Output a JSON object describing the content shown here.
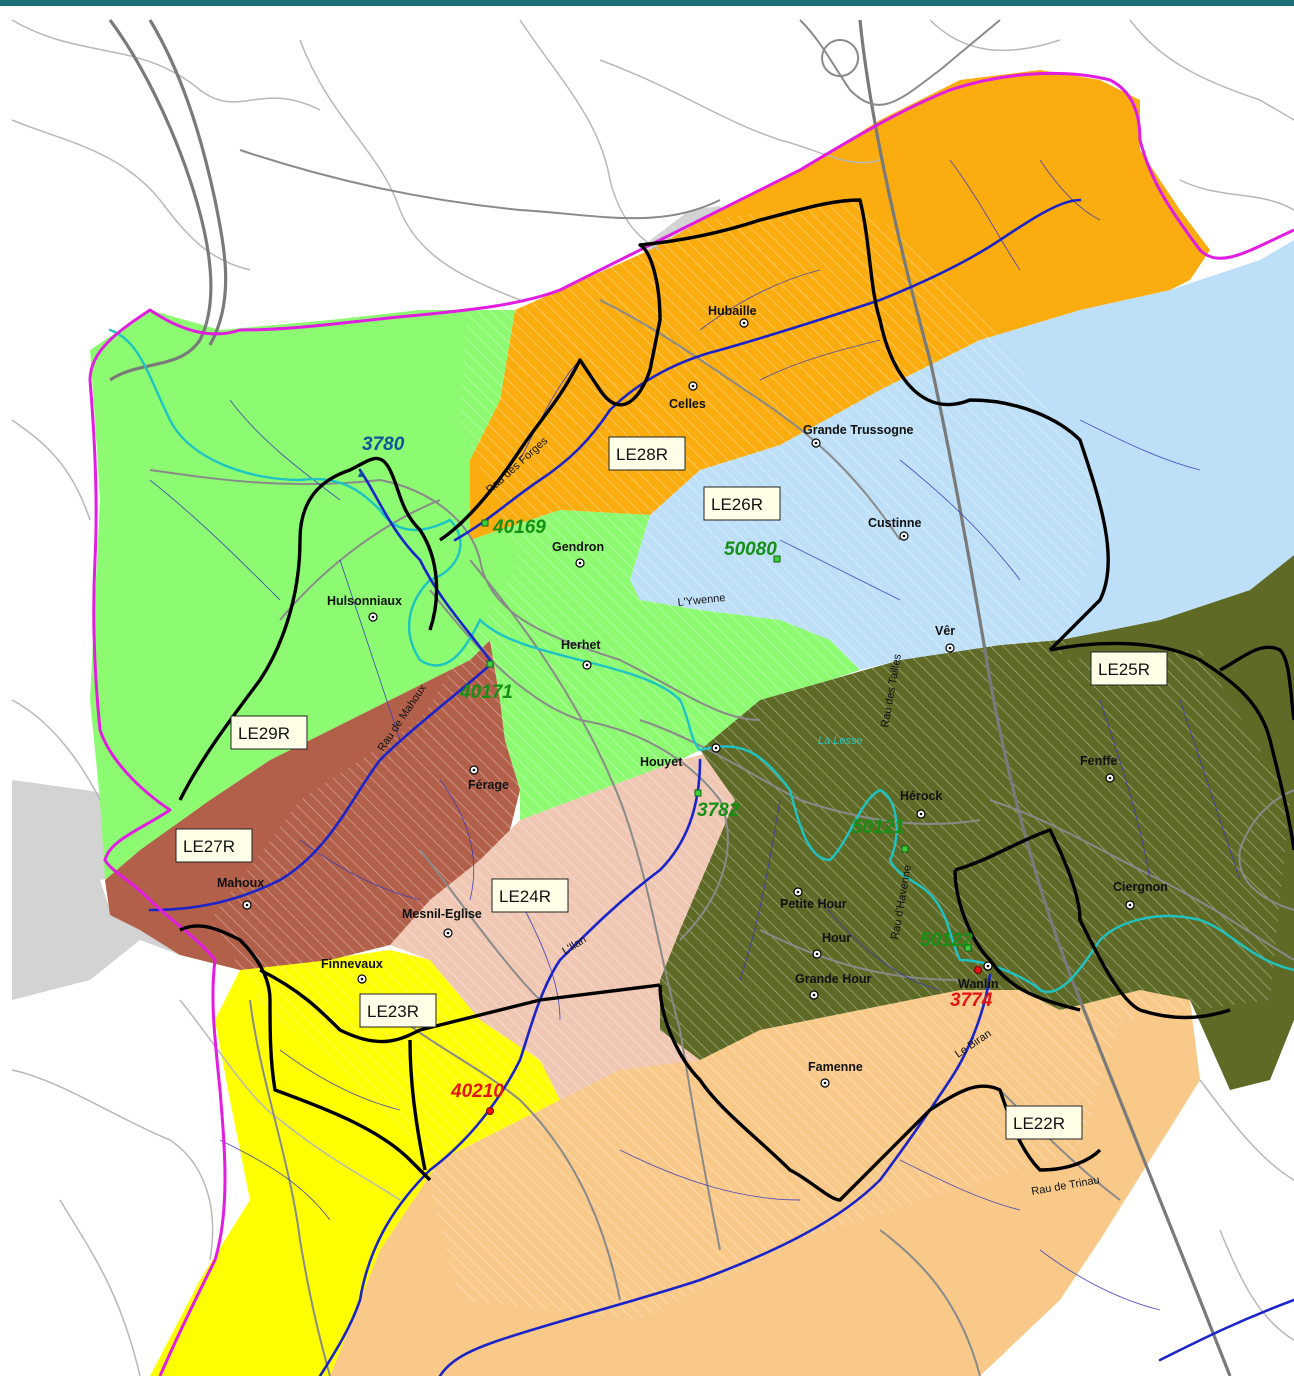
{
  "map": {
    "colors": {
      "LE22R": "#f9c98a",
      "LE23R": "#ffff00",
      "LE24R": "#efc7b3",
      "LE25R": "#5e6a26",
      "LE26R": "#bde0f8",
      "LE27R": "#b3604a",
      "LE28R": "#fbac0f",
      "LE29R": "#8cfb71",
      "outside": "#d3d3d3",
      "header_rule": "#1a6f78",
      "river_main": "#1a24c8",
      "river_cyan": "#1ec4c4",
      "outline": "#e21de2"
    },
    "zones": [
      {
        "code": "LE22R"
      },
      {
        "code": "LE23R"
      },
      {
        "code": "LE24R"
      },
      {
        "code": "LE25R"
      },
      {
        "code": "LE26R"
      },
      {
        "code": "LE27R"
      },
      {
        "code": "LE28R"
      },
      {
        "code": "LE29R"
      }
    ],
    "places": [
      {
        "name": "Hubaille"
      },
      {
        "name": "Celles"
      },
      {
        "name": "Grande Trussogne"
      },
      {
        "name": "Custinne"
      },
      {
        "name": "Gendron"
      },
      {
        "name": "Hulsonniaux"
      },
      {
        "name": "Herhet"
      },
      {
        "name": "Vêr"
      },
      {
        "name": "Houyet"
      },
      {
        "name": "Férage"
      },
      {
        "name": "Fenffe"
      },
      {
        "name": "Hérock"
      },
      {
        "name": "Mahoux"
      },
      {
        "name": "Mesnil-Eglise"
      },
      {
        "name": "Petite Hour"
      },
      {
        "name": "Hour"
      },
      {
        "name": "Grande Hour"
      },
      {
        "name": "Ciergnon"
      },
      {
        "name": "Finnevaux"
      },
      {
        "name": "Wanlin"
      },
      {
        "name": "Famenne"
      }
    ],
    "stations": [
      {
        "id": "3780",
        "color": "blue"
      },
      {
        "id": "40169",
        "color": "green"
      },
      {
        "id": "50080",
        "color": "green"
      },
      {
        "id": "40171",
        "color": "green"
      },
      {
        "id": "3782",
        "color": "green"
      },
      {
        "id": "50121",
        "color": "green"
      },
      {
        "id": "50122",
        "color": "green"
      },
      {
        "id": "3774",
        "color": "red"
      },
      {
        "id": "40210",
        "color": "red"
      }
    ],
    "rivers": [
      {
        "name": "Rau des Forges"
      },
      {
        "name": "L'Ywenne"
      },
      {
        "name": "Rau des Tailles"
      },
      {
        "name": "La Lesse"
      },
      {
        "name": "Rau de Mahoux"
      },
      {
        "name": "L'Ilan"
      },
      {
        "name": "Rau d'Havenne"
      },
      {
        "name": "Le Biran"
      },
      {
        "name": "Rau de Trinau"
      }
    ]
  }
}
